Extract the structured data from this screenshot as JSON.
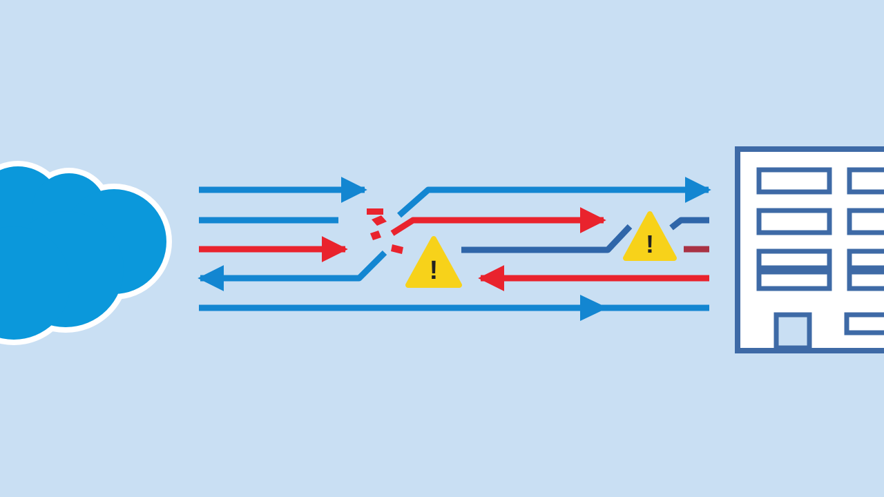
{
  "colors": {
    "background": "#c9dff3",
    "cloud_fill": "#0b98db",
    "cloud_outline": "#ffffff",
    "flow_blue": "#1386d1",
    "flow_navy": "#2f66a9",
    "flow_red": "#e9232d",
    "flow_dark_red": "#a93244",
    "warning_fill": "#f7d21a",
    "warning_mark": "#222222",
    "building_frame": "#3e6aa6",
    "building_fill": "#ffffff",
    "door_fill": "#c9dff3"
  },
  "nodes": {
    "source": {
      "icon": "cloud-icon"
    },
    "destination": {
      "icon": "office-building-icon"
    }
  },
  "flows": [
    {
      "id": "flow-1",
      "color": "blue",
      "direction": "to-destination",
      "status": "interrupted"
    },
    {
      "id": "flow-2",
      "color": "blue",
      "direction": "to-destination",
      "status": "disrupted"
    },
    {
      "id": "flow-3",
      "color": "red",
      "direction": "to-destination",
      "status": "broken"
    },
    {
      "id": "flow-4",
      "color": "blue",
      "direction": "to-source",
      "status": "rerouted"
    },
    {
      "id": "flow-5",
      "color": "red",
      "direction": "to-source",
      "status": "warning"
    },
    {
      "id": "flow-6",
      "color": "blue",
      "direction": "to-destination",
      "status": "ok"
    }
  ],
  "warnings": [
    {
      "icon": "warning-triangle-icon",
      "symbol": "!"
    },
    {
      "icon": "warning-triangle-icon",
      "symbol": "!"
    }
  ]
}
